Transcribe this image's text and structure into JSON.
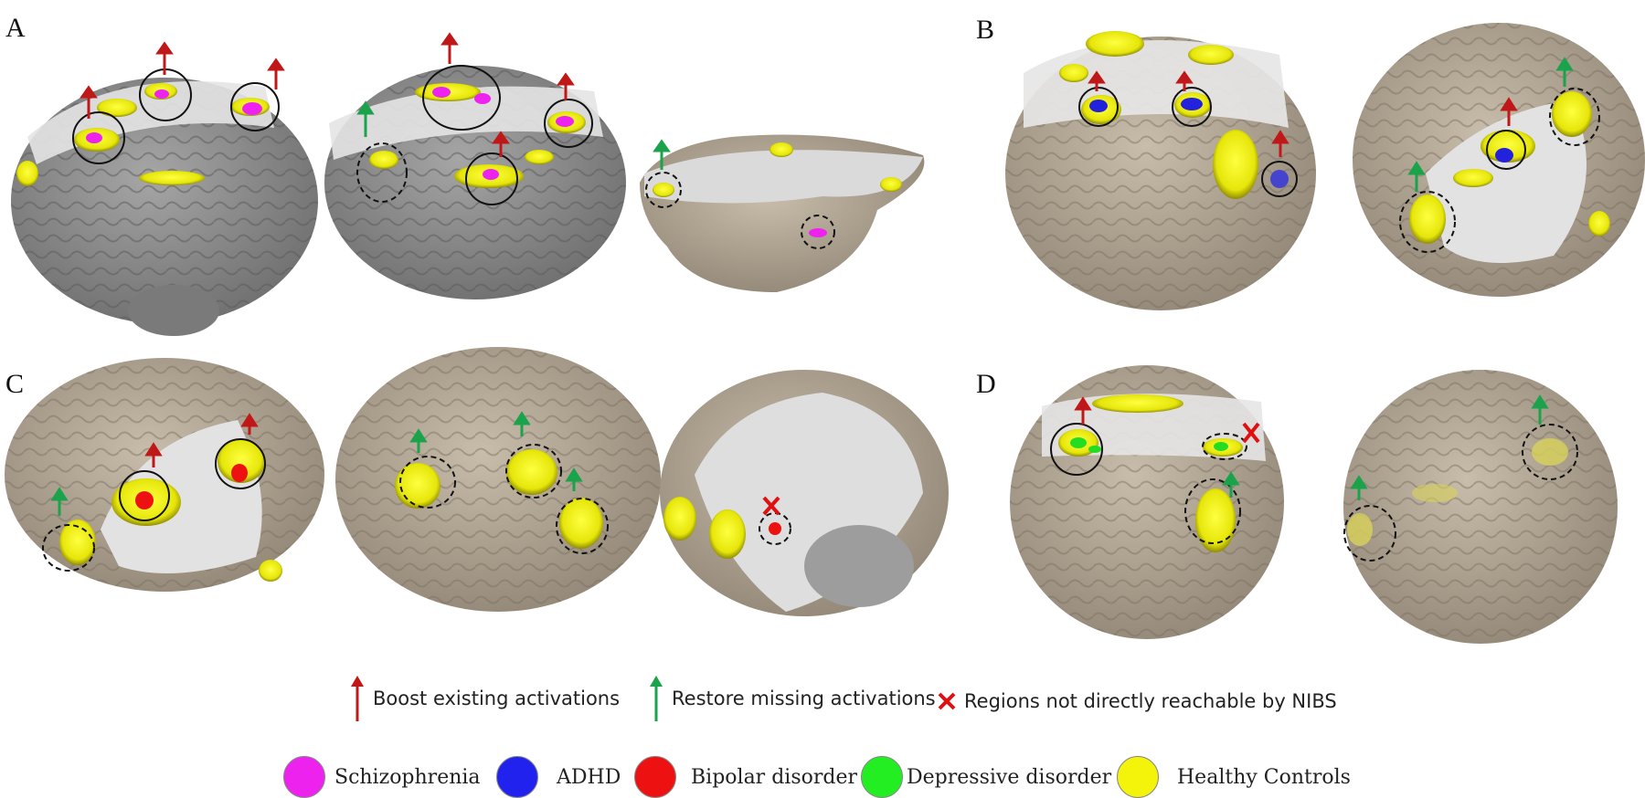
{
  "panels": [
    "A",
    "B",
    "C",
    "D"
  ],
  "legend_markers": [
    {
      "label": "Boost existing activations",
      "icon": "red-up-arrow",
      "color": "#c01818"
    },
    {
      "label": "Restore missing activations",
      "icon": "green-up-arrow",
      "color": "#1aa34a"
    },
    {
      "label": "Regions not directly reachable by NIBS",
      "icon": "red-x",
      "color": "#e01010"
    }
  ],
  "legend_groups": [
    {
      "label": "Schizophrenia",
      "color": "#ee22ee"
    },
    {
      "label": "ADHD",
      "color": "#2222ee"
    },
    {
      "label": "Bipolar disorder",
      "color": "#ee1111"
    },
    {
      "label": "Depressive disorder",
      "color": "#22ee22"
    },
    {
      "label": "Healthy Controls",
      "color": "#f4f40a"
    }
  ],
  "colors": {
    "brain_gray": "#8c8c8c",
    "brain_beige": "#b7aa98",
    "white_matter": "#e4e4e4",
    "activation_yellow": "#eaea10",
    "boost_arrow": "#c01818",
    "restore_arrow": "#1aa34a"
  }
}
